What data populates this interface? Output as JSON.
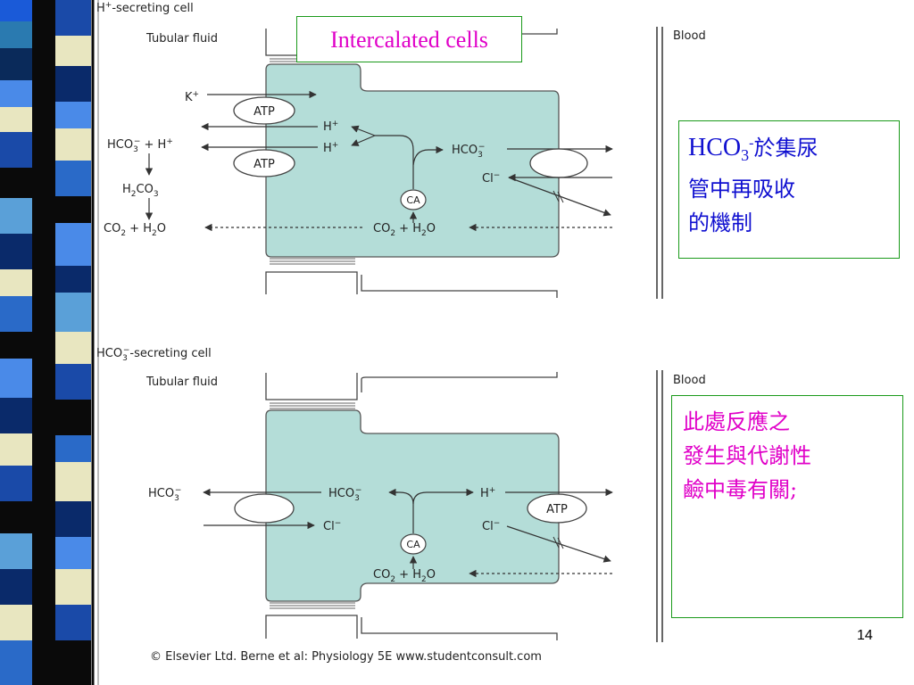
{
  "slide": {
    "title": "Intercalated cells",
    "note_top": {
      "line1_formula": "HCO",
      "line1_sub": "3",
      "line1_sup": "-",
      "line1_rest": "於集尿",
      "line2": "管中再吸收",
      "line3": "的機制"
    },
    "note_bottom": {
      "line1": "此處反應之",
      "line2": "發生與代謝性",
      "line3": "鹼中毒有關;"
    },
    "page_number": "14",
    "credit": "© Elsevier Ltd. Berne et al: Physiology 5E www.studentconsult.com"
  },
  "colors": {
    "cell_fill": "#b4ddd8",
    "title_magenta": "#e000c8",
    "note_blue": "#1010d0",
    "box_border": "#1a9a1a"
  },
  "diagram_top": {
    "caption": {
      "pre": "H",
      "sup": "+",
      "post": "-secreting cell"
    },
    "tubular_fluid": "Tubular fluid",
    "blood": "Blood",
    "k_ion": {
      "base": "K",
      "sup": "+"
    },
    "atp_1": "ATP",
    "atp_2": "ATP",
    "h_ion_1": {
      "base": "H",
      "sup": "+"
    },
    "h_ion_2": {
      "base": "H",
      "sup": "+"
    },
    "hco3_h_left": {
      "a": "HCO",
      "a_sub": "3",
      "a_sup": "−",
      "b": " + H",
      "b_sup": "+"
    },
    "h2co3": {
      "a": "H",
      "a_sub": "2",
      "b": "CO",
      "b_sub": "3"
    },
    "co2_h2o_left": {
      "a": "CO",
      "a_sub": "2",
      "b": " + H",
      "b_sub": "2",
      "c": "O"
    },
    "co2_h2o_cell": {
      "a": "CO",
      "a_sub": "2",
      "b": " + H",
      "b_sub": "2",
      "c": "O"
    },
    "hco3_cell": {
      "a": "HCO",
      "a_sub": "3",
      "a_sup": "−"
    },
    "cl_cell": {
      "a": "Cl",
      "a_sup": "−"
    },
    "ca": "CA"
  },
  "diagram_bottom": {
    "caption": {
      "pre": "HCO",
      "sub": "3",
      "sup": "−",
      "post": "-secreting cell"
    },
    "tubular_fluid": "Tubular fluid",
    "blood": "Blood",
    "hco3_left": {
      "a": "HCO",
      "a_sub": "3",
      "a_sup": "−"
    },
    "hco3_cell": {
      "a": "HCO",
      "a_sub": "3",
      "a_sup": "−"
    },
    "cl_left": {
      "a": "Cl",
      "a_sup": "−"
    },
    "h_ion": {
      "base": "H",
      "sup": "+"
    },
    "cl_right": {
      "a": "Cl",
      "a_sup": "−"
    },
    "atp": "ATP",
    "ca": "CA",
    "co2_h2o_cell": {
      "a": "CO",
      "a_sub": "2",
      "b": " + H",
      "b_sub": "2",
      "c": "O"
    }
  }
}
